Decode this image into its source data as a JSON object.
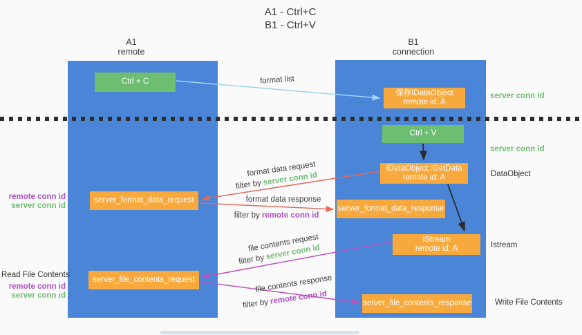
{
  "title": {
    "line1": "A1 - Ctrl+C",
    "line2": "B1 - Ctrl+V"
  },
  "columns": {
    "left": {
      "header_line1": "A1",
      "header_line2": "remote"
    },
    "right": {
      "header_line1": "B1",
      "header_line2": "connection"
    }
  },
  "nodes": {
    "ctrl_c": "Ctrl + C",
    "ctrl_v": "Ctrl + V",
    "save_dataobject_line1": "保存IDataObject",
    "save_dataobject_line2": "remote id: A",
    "getdata_line1": "IDataObject::GetData",
    "getdata_line2": "remote id: A",
    "istream_line1": "IStream",
    "istream_line2": "remote id: A",
    "format_request": "server_format_data_request",
    "format_response": "server_format_data_response",
    "file_request": "server_file_contents_request",
    "file_response": "server_file_contents_response"
  },
  "edge_labels": {
    "format_list": "format list",
    "format_data_request": "format data request",
    "format_data_request_filter_prefix": "filter by ",
    "format_data_request_filter_id": "server conn id",
    "format_data_response": "format data response",
    "format_data_response_filter_prefix": "filter by ",
    "format_data_response_filter_id": "remote conn id",
    "file_contents_request": "file contents request",
    "file_contents_request_filter_prefix": "filter by ",
    "file_contents_request_filter_id": "server conn id",
    "file_contents_response": "file contents response",
    "file_contents_response_filter_prefix": "filter by ",
    "file_contents_response_filter_id": "remote conn id"
  },
  "side_labels": {
    "right_server_conn_id_top": "server conn id",
    "right_server_conn_id_mid": "server conn id",
    "dataobject": "DataObject",
    "istream": "Istream",
    "write_file_contents": "Write File Contents",
    "left_remote_conn_id_top": "remote conn id",
    "left_server_conn_id_top": "server conn id",
    "read_file_contents": "Read File Contents",
    "left_remote_conn_id_bottom": "remote conn id",
    "left_server_conn_id_bottom": "server conn id"
  },
  "colors": {
    "column_blue": "#4a85d8",
    "box_green": "#6dbe71",
    "box_orange": "#f8a93d",
    "arrow_lightblue": "#a4d4ee",
    "arrow_red": "#e5695b",
    "arrow_magenta": "#bd53bd",
    "arrow_black": "#2b2b2b",
    "text_green": "#6dbe71",
    "text_purple": "#ab4fc4"
  }
}
